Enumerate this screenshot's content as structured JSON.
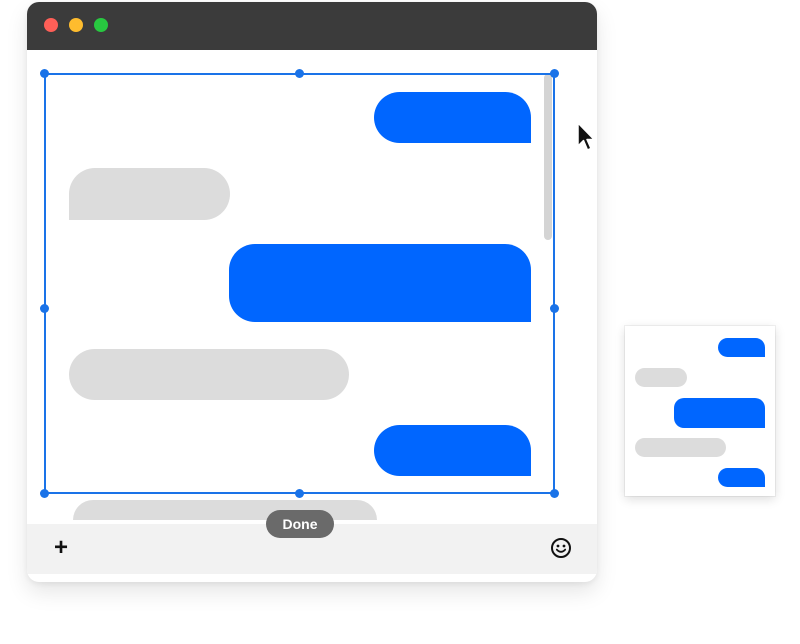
{
  "window": {
    "controls": [
      "close",
      "minimize",
      "zoom"
    ]
  },
  "messages": [
    {
      "side": "sent"
    },
    {
      "side": "received"
    },
    {
      "side": "sent"
    },
    {
      "side": "received"
    },
    {
      "side": "sent"
    },
    {
      "side": "received"
    }
  ],
  "composer": {
    "add_label": "+",
    "emoji_icon": "smiley-icon"
  },
  "selection": {
    "done_label": "Done"
  },
  "preview": {
    "messages": [
      {
        "side": "sent"
      },
      {
        "side": "received"
      },
      {
        "side": "sent"
      },
      {
        "side": "received"
      },
      {
        "side": "sent"
      }
    ]
  },
  "colors": {
    "sent_bubble": "#0066ff",
    "received_bubble": "#dcdcdc",
    "titlebar": "#3b3b3b",
    "selection": "#1a73e8",
    "done_pill": "#6a6a6a"
  }
}
